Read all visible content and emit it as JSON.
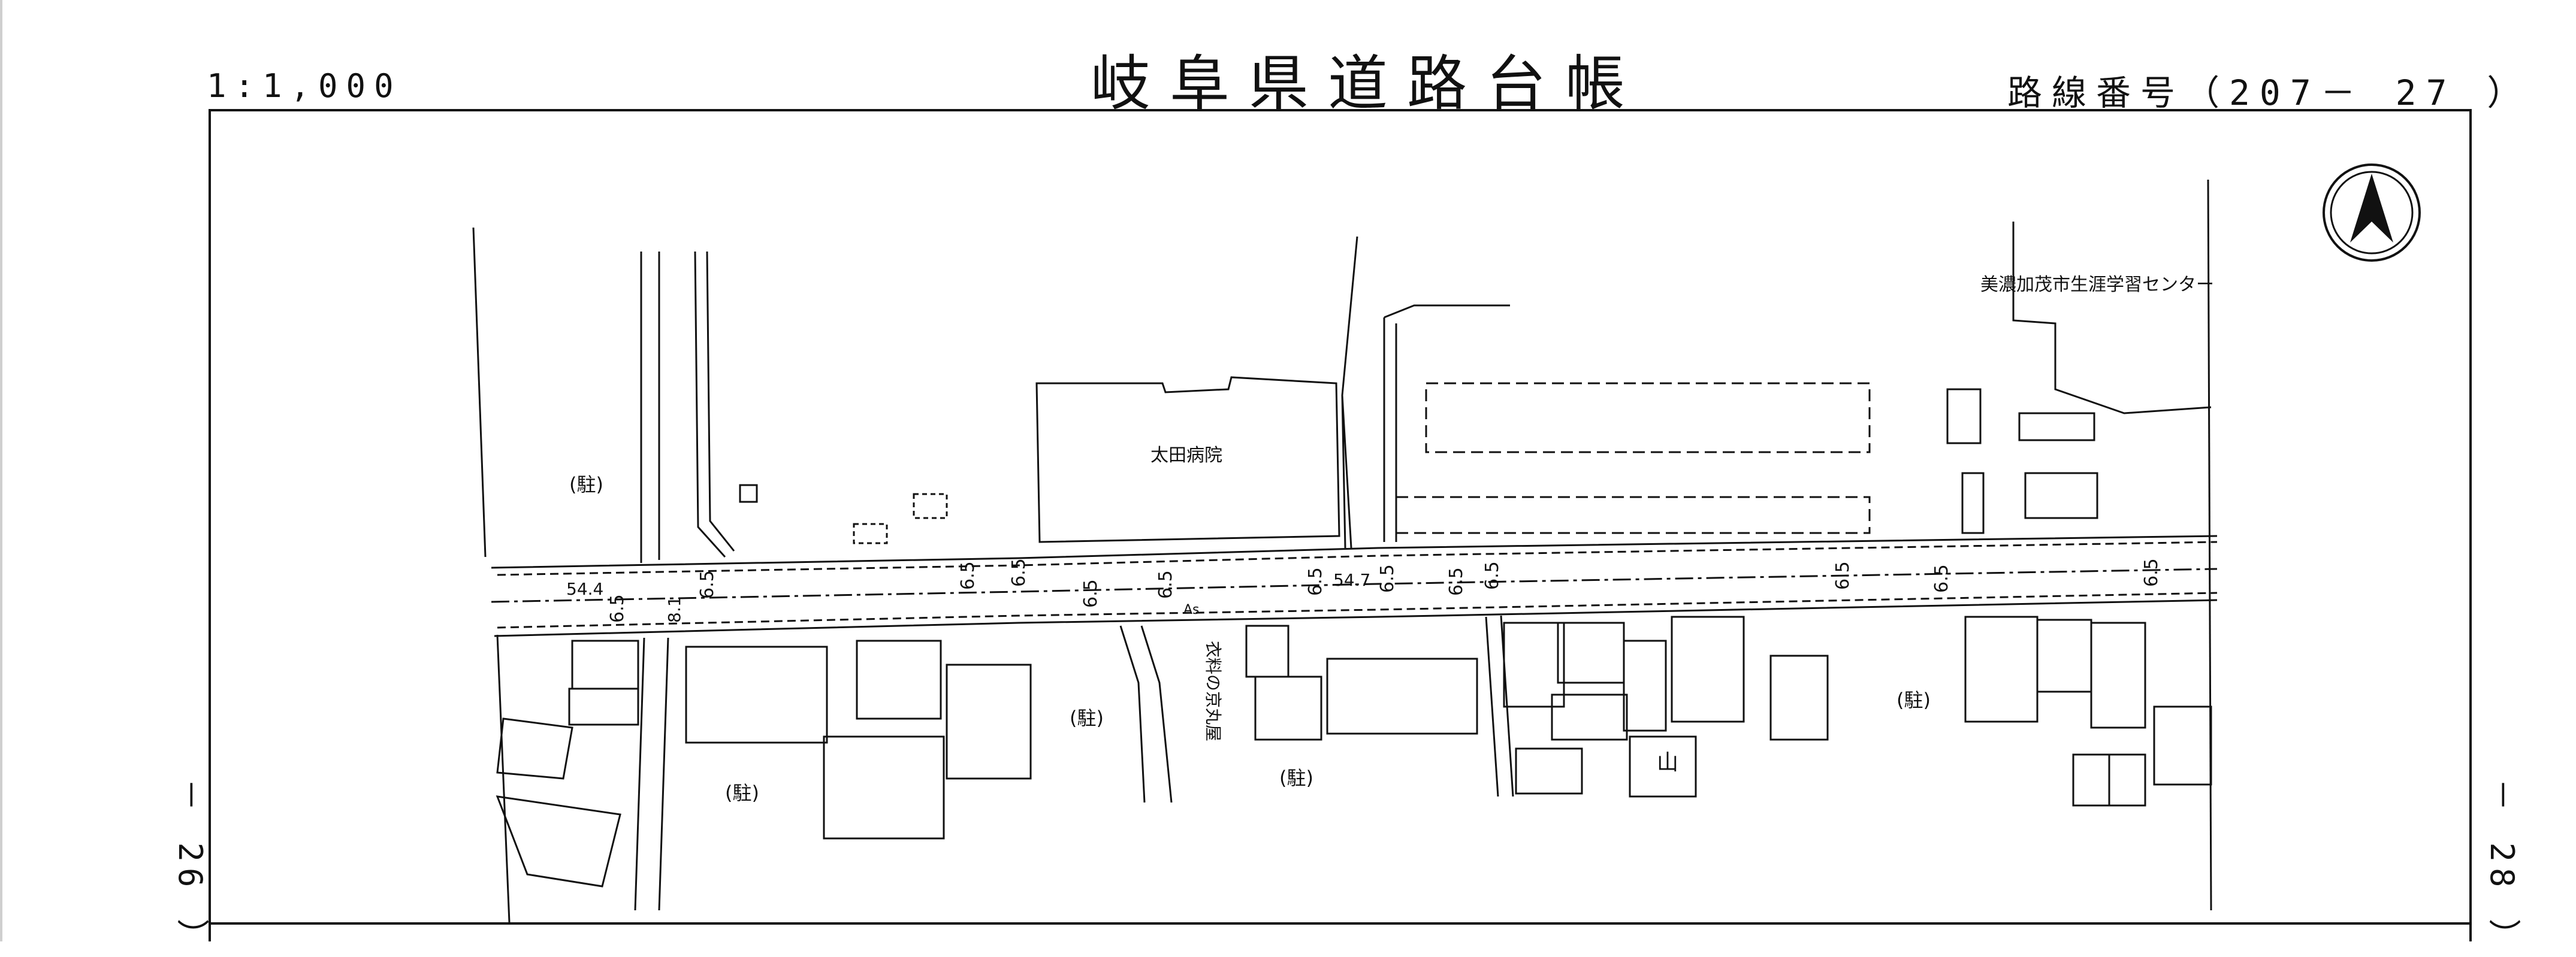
{
  "header": {
    "scale": "1:1,000",
    "title": "岐阜県道路台帳",
    "route_number": "路線番号（207－ 27 ）"
  },
  "adjacent_sheets": {
    "left": "－ 26 ）",
    "right": "－ 28 ）"
  },
  "map": {
    "north_arrow_icon": "north-arrow-icon",
    "labels": {
      "hospital": "太田病院",
      "learning_center": "美濃加茂市生涯学習センター",
      "clothing_store": "衣料の京丸屋",
      "parking": "(駐)",
      "pavement": "As",
      "mountain_symbol": "山"
    },
    "road_widths": [
      "6.5",
      "6.5",
      "6.5",
      "6.5",
      "6.5",
      "6.5",
      "6.5",
      "6.5",
      "6.5",
      "6.5",
      "6.5",
      "6.5",
      "6.5"
    ],
    "chainages": [
      "54.4",
      "8.1",
      "54.7"
    ]
  }
}
